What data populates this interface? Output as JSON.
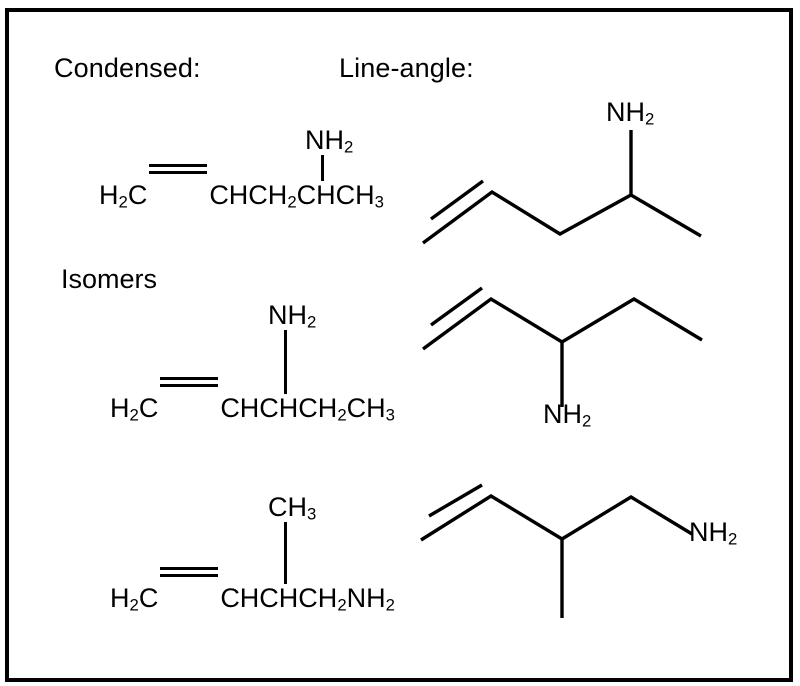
{
  "figure": {
    "border_color": "#000000",
    "background": "#ffffff",
    "line_color": "#000000"
  },
  "headers": {
    "condensed": "Condensed:",
    "line_angle": "Line-angle:"
  },
  "labels": {
    "isomers": "Isomers"
  },
  "molecules": [
    {
      "id": "pent-4-en-2-amine",
      "condensed": {
        "main_chain": [
          {
            "text": "H",
            "sub": "2"
          },
          {
            "text": "C"
          },
          {
            "bond": "double"
          },
          {
            "text": "CHCH"
          },
          {
            "sub": "2"
          },
          {
            "text": "CHCH"
          },
          {
            "sub": "3"
          }
        ],
        "part_a": "H",
        "part_a_sub": "2",
        "part_b": "C",
        "part_c": "CHCH",
        "part_c_sub": "2",
        "part_d": "CHCH",
        "part_d_sub": "3",
        "substituent": "NH",
        "substituent_sub": "2"
      },
      "line_angle": {
        "substituent": "NH",
        "substituent_sub": "2",
        "substituent_position": "up"
      }
    },
    {
      "id": "pent-1-en-3-amine",
      "condensed": {
        "part_a": "H",
        "part_a_sub": "2",
        "part_b": "C",
        "part_c": "CHCHCH",
        "part_c_sub": "2",
        "part_d": "CH",
        "part_d_sub": "3",
        "substituent": "NH",
        "substituent_sub": "2"
      },
      "line_angle": {
        "substituent": "NH",
        "substituent_sub": "2",
        "substituent_position": "down"
      }
    },
    {
      "id": "2-methyl-but-3-en-1-amine",
      "condensed": {
        "part_a": "H",
        "part_a_sub": "2",
        "part_b": "C",
        "part_c": "CHCHCH",
        "part_c_sub": "2",
        "part_d": "NH",
        "part_d_sub": "2",
        "substituent": "CH",
        "substituent_sub": "3"
      },
      "line_angle": {
        "substituent": "CH3-implicit",
        "terminal_group": "NH",
        "terminal_group_sub": "2",
        "substituent_position": "down"
      }
    }
  ]
}
